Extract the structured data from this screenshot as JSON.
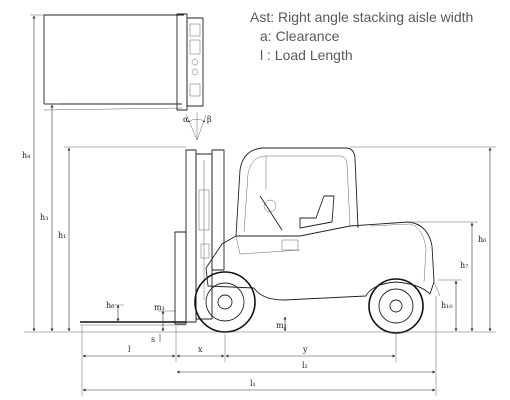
{
  "legend": {
    "ast": "Ast: Right angle stacking aisle width",
    "a": "a:  Clearance",
    "l": "l :  Load Length"
  },
  "labels": {
    "h4": "h₄",
    "h3": "h₃",
    "h1": "h₁",
    "h6": "h₆",
    "h7": "h₇",
    "h10": "h₁₀",
    "h6b": "h₆",
    "m1": "m₁",
    "m2": "m₂",
    "s": "s",
    "alpha": "α",
    "beta": "β",
    "l": "l",
    "x": "x",
    "y": "y",
    "l2": "l₂",
    "l1": "l₁"
  }
}
